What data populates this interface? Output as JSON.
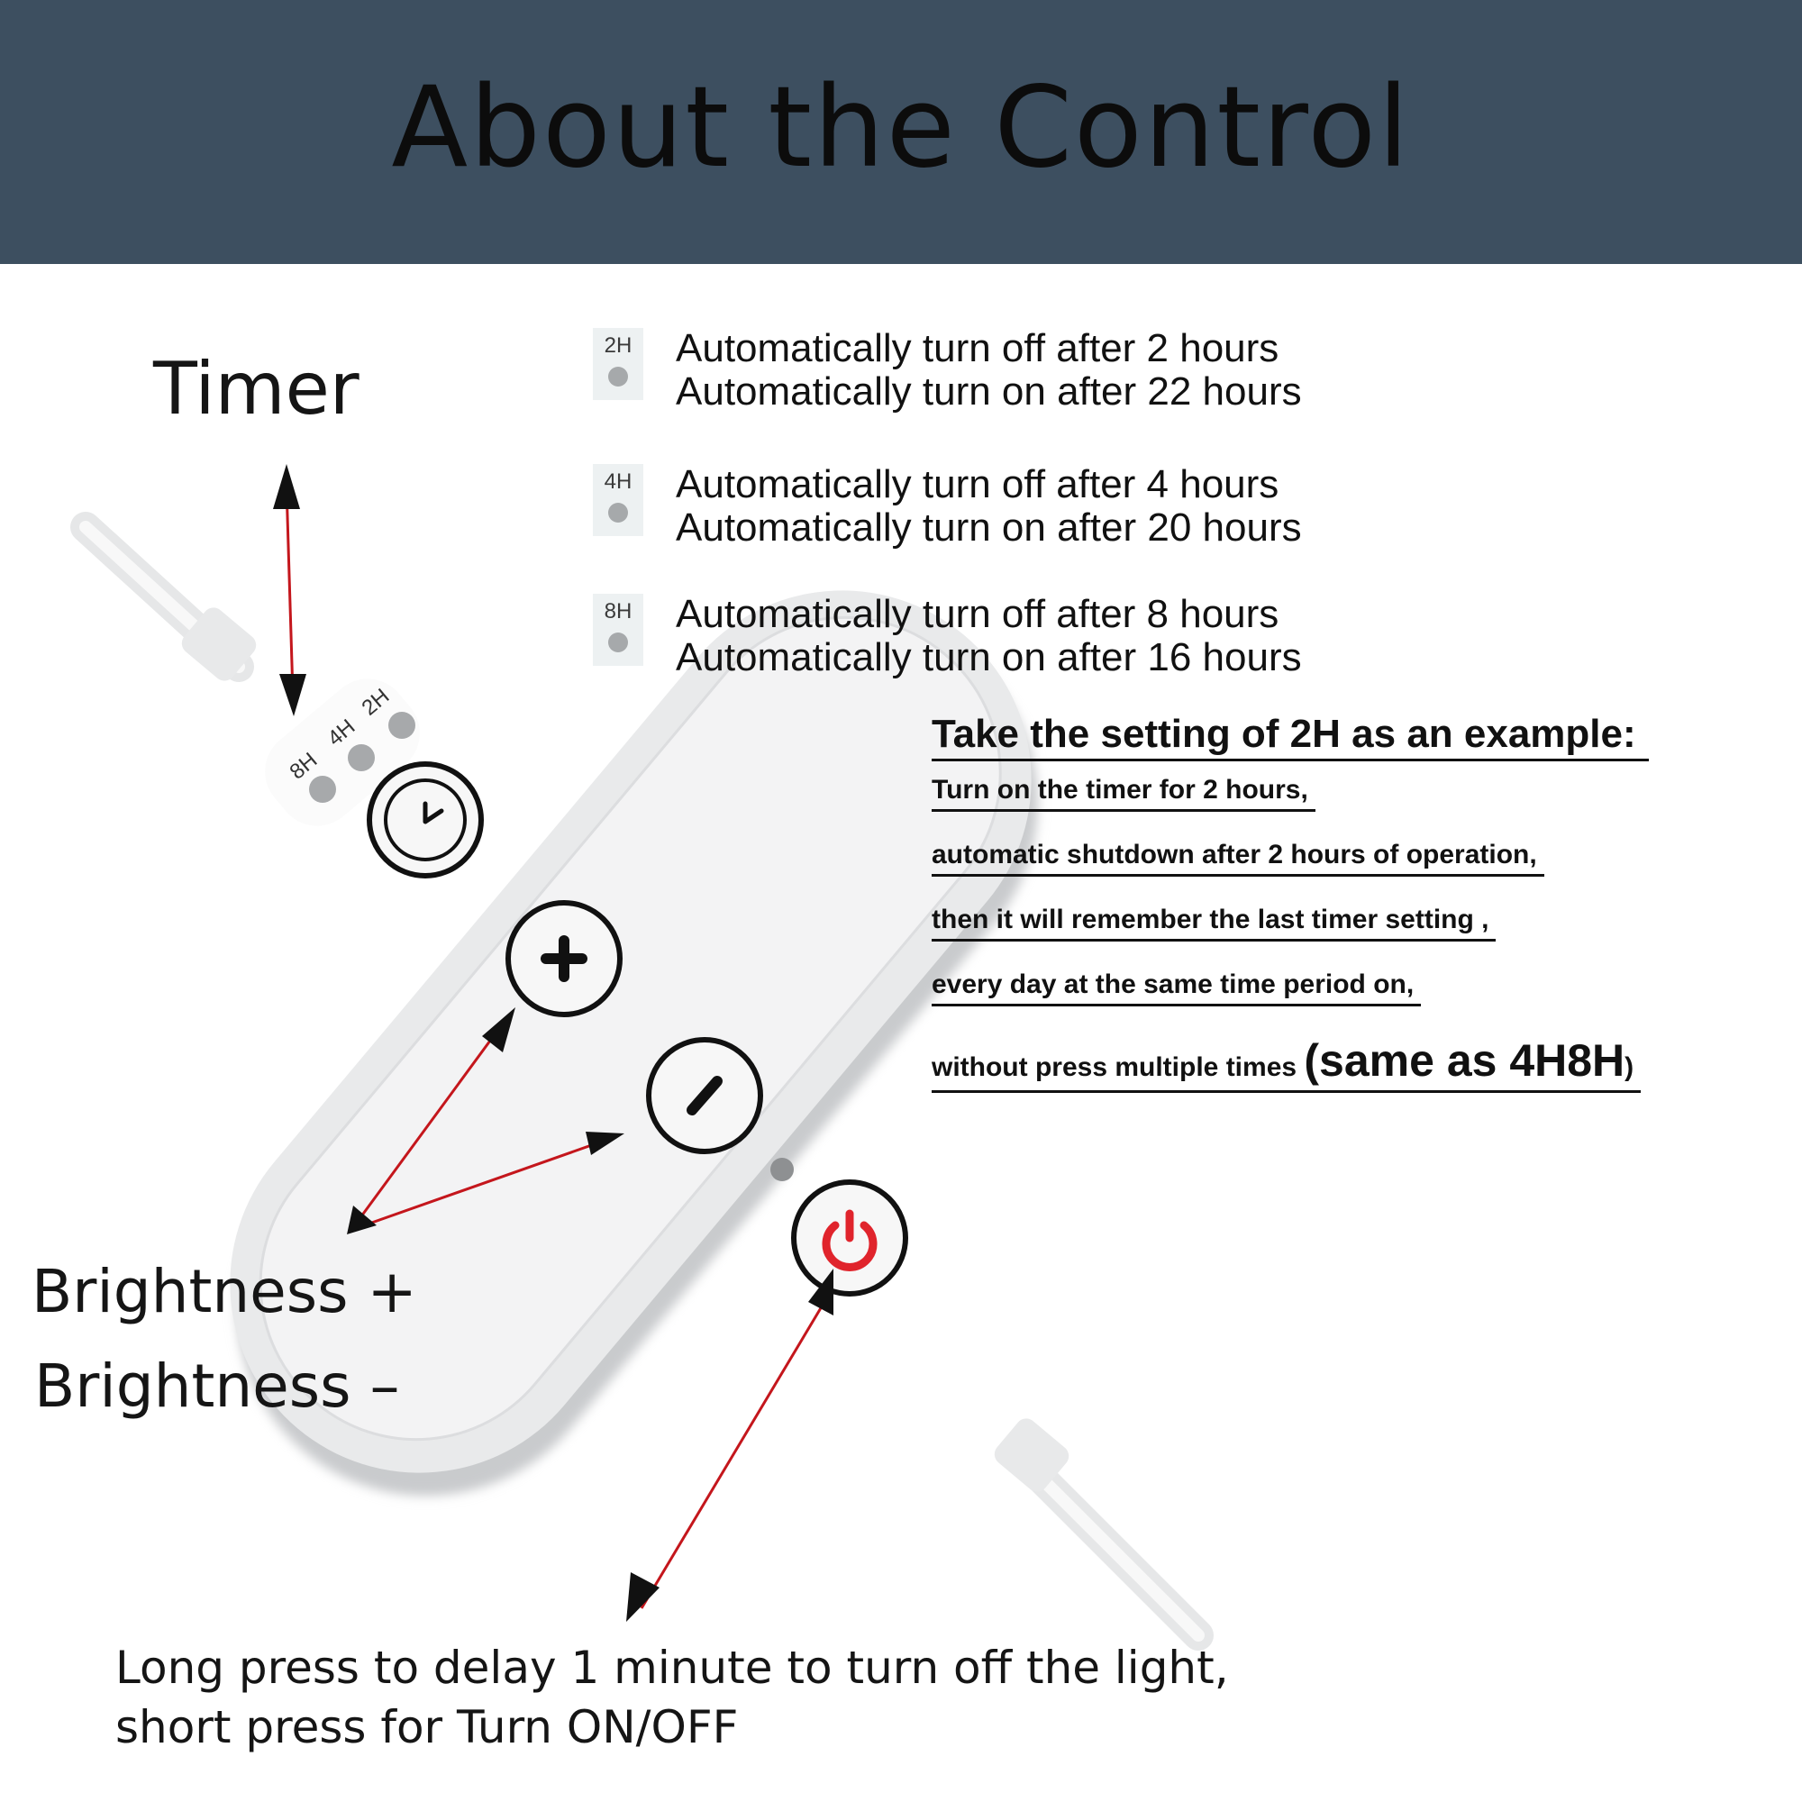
{
  "header": {
    "title": "About the Control"
  },
  "labels": {
    "timer": "Timer",
    "brightness_plus": "Brightness +",
    "brightness_minus": "Brightness –",
    "bottom_line1": "Long press to delay 1 minute to turn off the light,",
    "bottom_line2": "short press for Turn ON/OFF"
  },
  "timer_modes": [
    {
      "badge": "2H",
      "line1": "Automatically turn off after 2 hours",
      "line2": "Automatically turn on after 22 hours"
    },
    {
      "badge": "4H",
      "line1": "Automatically turn off after 4 hours",
      "line2": "Automatically turn on after 20 hours"
    },
    {
      "badge": "8H",
      "line1": "Automatically turn off after 8 hours",
      "line2": "Automatically turn on after 16 hours"
    }
  ],
  "example": {
    "title": "Take the setting of 2H as an example:",
    "lines": [
      "Turn on the timer for 2 hours,",
      "automatic shutdown after 2 hours of operation,",
      "then it will remember the last timer setting ,",
      "every day at the same time period on,"
    ],
    "last_line_text": "without press multiple times ",
    "last_line_big": "(same as 4H8H",
    "last_line_close": ")"
  },
  "remote": {
    "indicators": [
      "8H",
      "4H",
      "2H"
    ],
    "power_color": "#e0242c"
  },
  "colors": {
    "header_bg": "#3d4f60",
    "arrow": "#c4161c"
  }
}
